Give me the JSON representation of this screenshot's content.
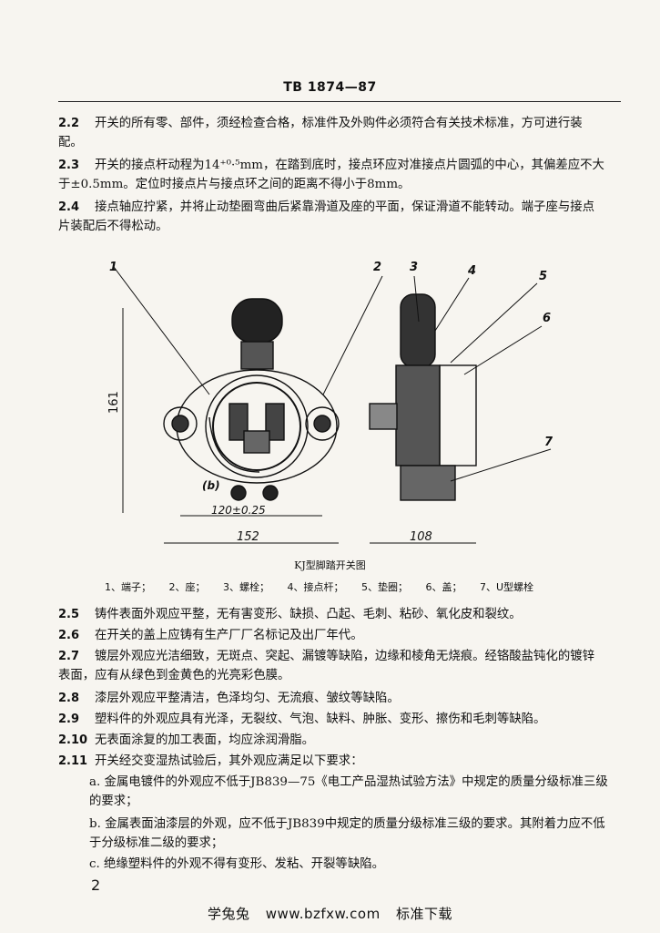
{
  "header": "TB 1874—87",
  "sections_top": [
    {
      "num": "2.2",
      "text": "开关的所有零、部件，须经检查合格，标准件及外购件必须符合有关技术标准，方可进行装配。"
    },
    {
      "num": "2.3",
      "text": "开关的接点杆动程为14⁺⁰·⁵mm，在踏到底时，接点环应对准接点片圆弧的中心，其偏差应不大于±0.5mm。定位时接点片与接点环之间的距离不得小于8mm。"
    },
    {
      "num": "2.4",
      "text": "接点轴应拧紧，并将止动垫圈弯曲后紧靠滑道及座的平面，保证滑道不能转动。端子座与接点片装配后不得松动。"
    }
  ],
  "figure": {
    "callouts": [
      "1",
      "2",
      "3",
      "4",
      "5",
      "6",
      "7"
    ],
    "label_b": "(b)",
    "dim_height": "161",
    "dim_inner": "120±0.25",
    "dim_width": "152",
    "dim_side": "108"
  },
  "caption": "KJ型脚踏开关图",
  "legend": [
    "1、端子；",
    "2、座；",
    "3、螺栓；",
    "4、接点杆；",
    "5、垫圈；",
    "6、盖；",
    "7、U型螺栓"
  ],
  "sections_bottom": [
    {
      "num": "2.5",
      "text": "铸件表面外观应平整，无有害变形、缺损、凸起、毛刺、粘砂、氧化皮和裂纹。"
    },
    {
      "num": "2.6",
      "text": "在开关的盖上应铸有生产厂厂名标记及出厂年代。"
    },
    {
      "num": "2.7",
      "text": "镀层外观应光洁细致，无斑点、突起、漏镀等缺陷，边缘和棱角无烧痕。经铬酸盐钝化的镀锌表面，应有从绿色到金黄色的光亮彩色膜。"
    },
    {
      "num": "2.8",
      "text": "漆层外观应平整清洁，色泽均匀、无流痕、皱纹等缺陷。"
    },
    {
      "num": "2.9",
      "text": "塑料件的外观应具有光泽，无裂纹、气泡、缺料、肿胀、变形、擦伤和毛刺等缺陷。"
    },
    {
      "num": "2.10",
      "text": "无表面涂复的加工表面，均应涂润滑脂。"
    },
    {
      "num": "2.11",
      "text": "开关经交变湿热试验后，其外观应满足以下要求："
    }
  ],
  "items": [
    "a. 金属电镀件的外观应不低于JB839—75《电工产品湿热试验方法》中规定的质量分级标准三级的要求；",
    "b. 金属表面油漆层的外观，应不低于JB839中规定的质量分级标准三级的要求。其附着力应不低于分级标准二级的要求；",
    "c. 绝缘塑料件的外观不得有变形、发粘、开裂等缺陷。"
  ],
  "page_number": "2",
  "footer": [
    "学兔兔",
    "www.bzfxw.com",
    "标准下载"
  ]
}
